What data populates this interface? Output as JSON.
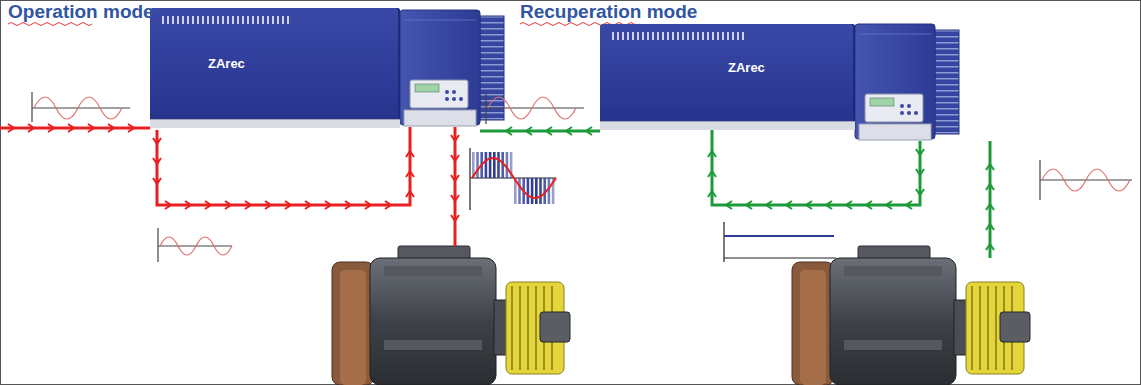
{
  "diagram": {
    "nodes": [
      {
        "text": [
          "ZArec"
        ]
      },
      {
        "text": [
          "ZArec"
        ]
      }
    ],
    "labels": [
      "Operation mode",
      "Recuperation mode"
    ]
  }
}
